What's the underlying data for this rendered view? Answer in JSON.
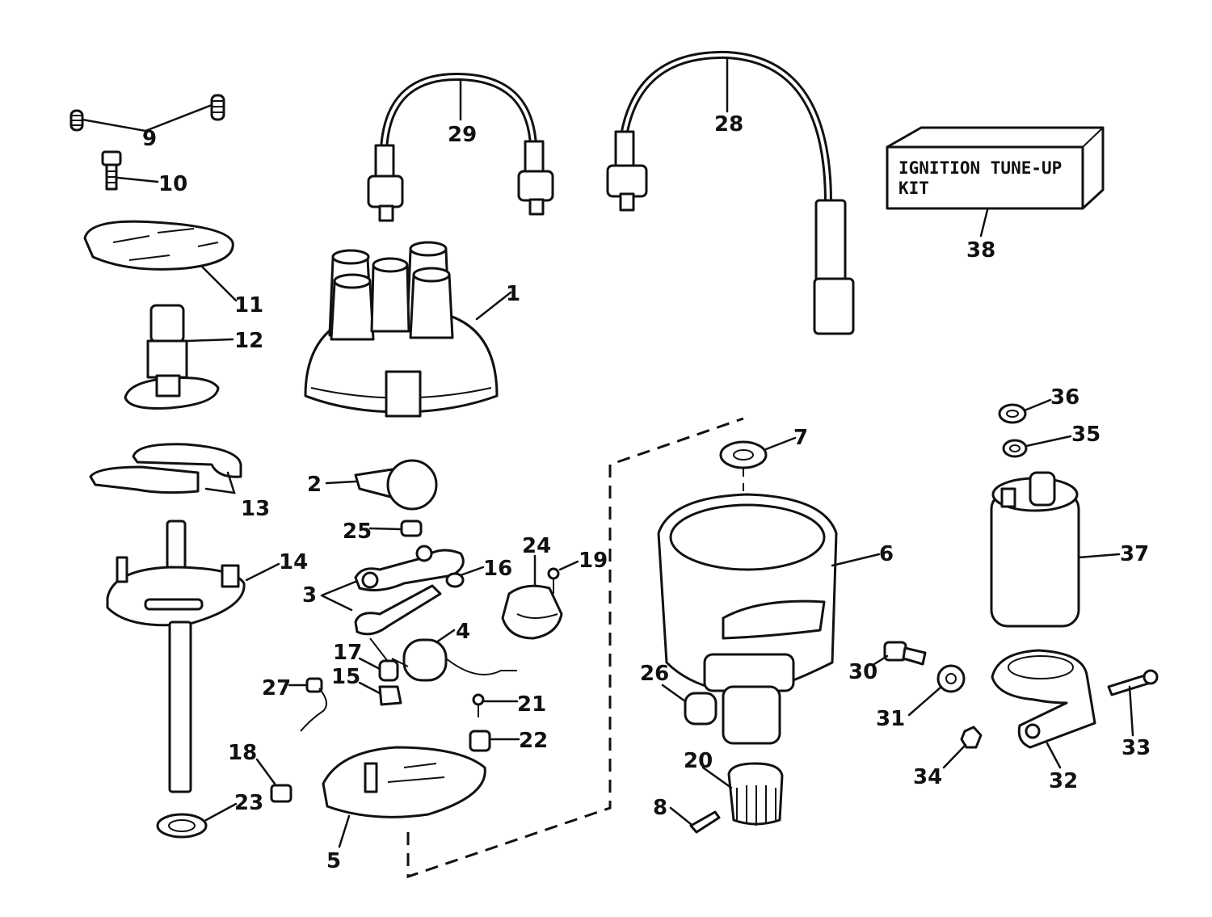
{
  "kit_box": {
    "line1": "IGNITION TUNE-UP",
    "line2": "KIT"
  },
  "callouts": [
    "1",
    "2",
    "3",
    "4",
    "5",
    "6",
    "7",
    "8",
    "9",
    "10",
    "11",
    "12",
    "13",
    "14",
    "15",
    "16",
    "17",
    "18",
    "19",
    "20",
    "21",
    "22",
    "23",
    "24",
    "25",
    "26",
    "27",
    "28",
    "29",
    "30",
    "31",
    "32",
    "33",
    "34",
    "35",
    "36",
    "37",
    "38"
  ]
}
